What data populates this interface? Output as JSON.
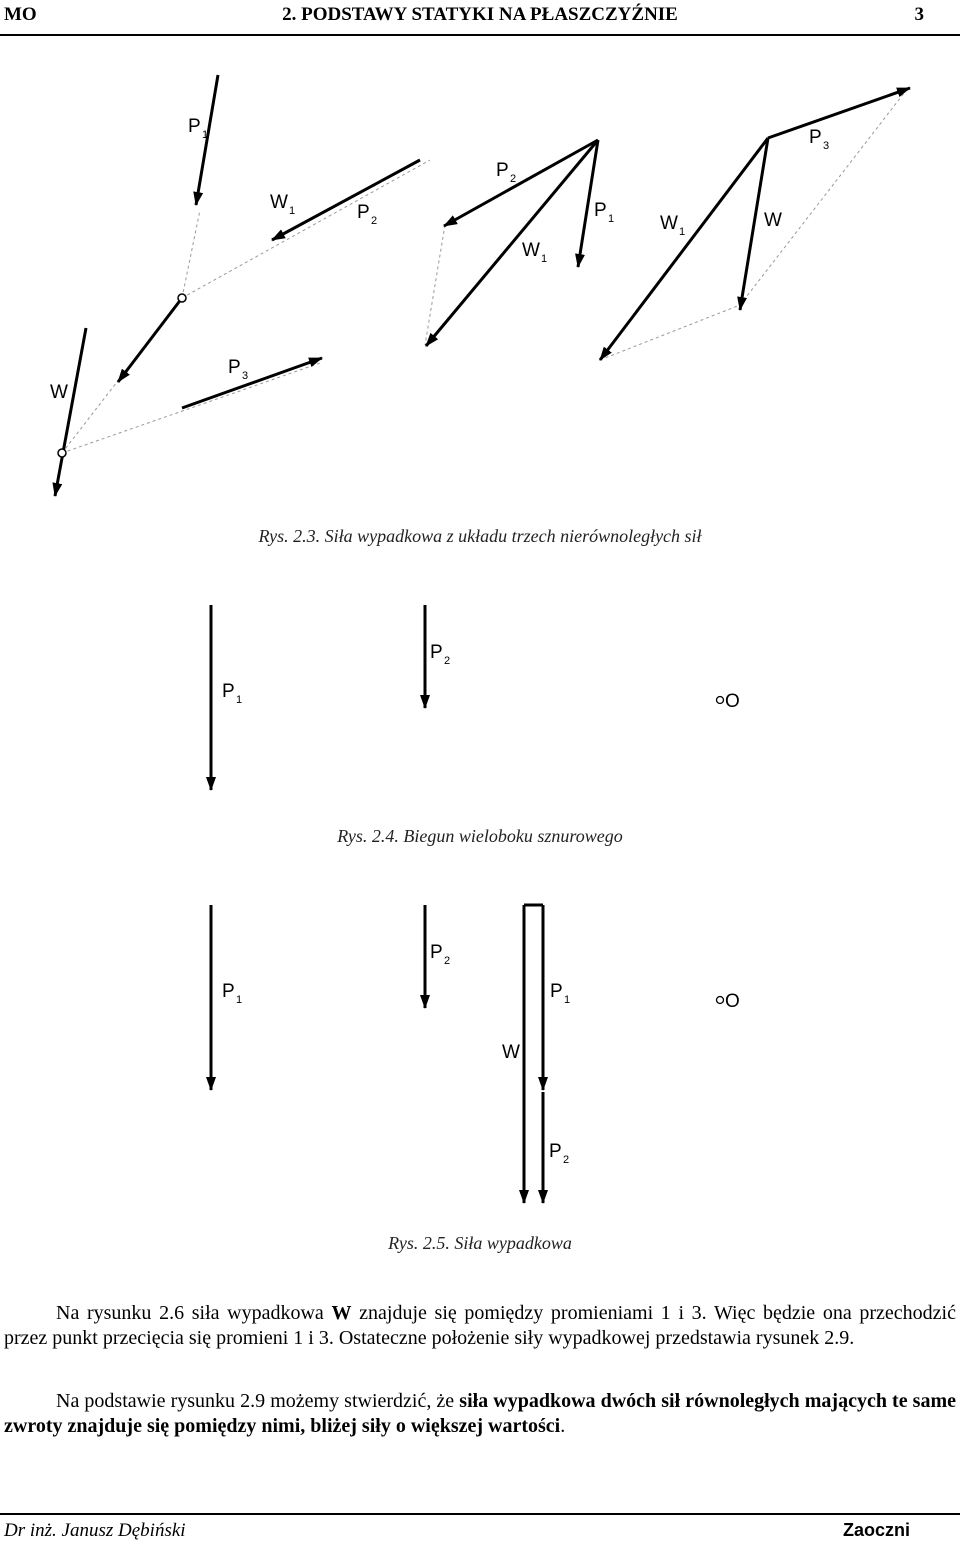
{
  "header": {
    "left": "MO",
    "title": "2. PODSTAWY STATYKI NA PŁASZCZYŹNIE",
    "page_number": "3"
  },
  "figures": {
    "fig1": {
      "caption": "Rys. 2.3. Siła wypadkowa z układu trzech nierównoległych sił",
      "labels": {
        "p1_a": "P",
        "p1_a_sub": "1",
        "w1_a": "W",
        "w1_a_sub": "1",
        "p2_a": "P",
        "p2_a_sub": "2",
        "p2_b": "P",
        "p2_b_sub": "2",
        "w1_b": "W",
        "w1_b_sub": "1",
        "p1_b": "P",
        "p1_b_sub": "1",
        "w1_c": "W",
        "w1_c_sub": "1",
        "w_a": "W",
        "p3_a": "P",
        "p3_a_sub": "3",
        "w_b": "W",
        "p3_b": "P",
        "p3_b_sub": "3"
      }
    },
    "fig2": {
      "caption": "Rys. 2.4. Biegun wieloboku sznurowego",
      "labels": {
        "p1": "P",
        "p1_sub": "1",
        "p2": "P",
        "p2_sub": "2",
        "pole": "O"
      }
    },
    "fig3": {
      "caption": "Rys. 2.5. Siła wypadkowa",
      "labels": {
        "p1_a": "P",
        "p1_a_sub": "1",
        "p2_a": "P",
        "p2_a_sub": "2",
        "p1_b": "P",
        "p1_b_sub": "1",
        "w": "W",
        "p2_b": "P",
        "p2_b_sub": "2",
        "pole": "O"
      }
    }
  },
  "paragraphs": {
    "p1_a": "Na rysunku 2.6 siła wypadkowa ",
    "p1_bold": "W",
    "p1_b": " znajduje się pomiędzy promieniami 1 i 3. Więc będzie ona przechodzić przez punkt przecięcia się promieni 1 i 3. Ostateczne położenie siły wypadkowej przedstawia rysunek 2.9.",
    "p2_a": "Na podstawie rysunku 2.9 możemy stwierdzić, że ",
    "p2_bold": "siła wypadkowa dwóch sił równoległych mających te same zwroty znajduje się pomiędzy nimi, bliżej siły o większej wartości",
    "p2_end": "."
  },
  "footer": {
    "author": "Dr inż. Janusz Dębiński",
    "right": "Zaoczni"
  }
}
